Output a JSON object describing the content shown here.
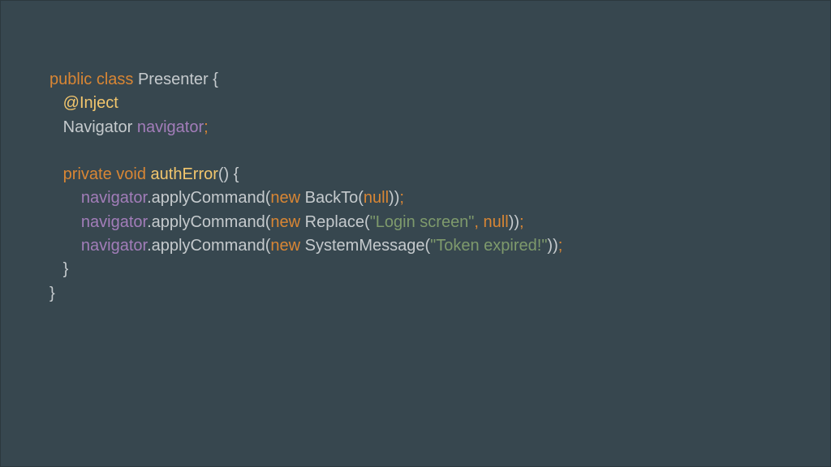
{
  "colors": {
    "background": "#37474f",
    "keyword": "#d98634",
    "function": "#f2c66d",
    "variable": "#a27db9",
    "string": "#7e9a6c",
    "plain": "#c5cacd"
  },
  "code": {
    "lines": [
      [
        {
          "t": "public class",
          "c": "kw"
        },
        {
          "t": " Presenter {",
          "c": "plain"
        }
      ],
      [
        {
          "t": "   ",
          "c": "plain"
        },
        {
          "t": "@Inject",
          "c": "fn"
        }
      ],
      [
        {
          "t": "   Navigator ",
          "c": "plain"
        },
        {
          "t": "navigator",
          "c": "var"
        },
        {
          "t": ";",
          "c": "punc"
        }
      ],
      [],
      [
        {
          "t": "   ",
          "c": "plain"
        },
        {
          "t": "private void",
          "c": "kw"
        },
        {
          "t": " ",
          "c": "plain"
        },
        {
          "t": "authError",
          "c": "fn"
        },
        {
          "t": "() {",
          "c": "plain"
        }
      ],
      [
        {
          "t": "       ",
          "c": "plain"
        },
        {
          "t": "navigator",
          "c": "var"
        },
        {
          "t": ".applyCommand(",
          "c": "plain"
        },
        {
          "t": "new",
          "c": "kw"
        },
        {
          "t": " BackTo(",
          "c": "plain"
        },
        {
          "t": "null",
          "c": "kw"
        },
        {
          "t": "))",
          "c": "plain"
        },
        {
          "t": ";",
          "c": "punc"
        }
      ],
      [
        {
          "t": "       ",
          "c": "plain"
        },
        {
          "t": "navigator",
          "c": "var"
        },
        {
          "t": ".applyCommand(",
          "c": "plain"
        },
        {
          "t": "new",
          "c": "kw"
        },
        {
          "t": " Replace(",
          "c": "plain"
        },
        {
          "t": "\"Login screen\"",
          "c": "str"
        },
        {
          "t": ", ",
          "c": "punc"
        },
        {
          "t": "null",
          "c": "kw"
        },
        {
          "t": "))",
          "c": "plain"
        },
        {
          "t": ";",
          "c": "punc"
        }
      ],
      [
        {
          "t": "       ",
          "c": "plain"
        },
        {
          "t": "navigator",
          "c": "var"
        },
        {
          "t": ".applyCommand(",
          "c": "plain"
        },
        {
          "t": "new",
          "c": "kw"
        },
        {
          "t": " SystemMessage(",
          "c": "plain"
        },
        {
          "t": "\"Token expired!\"",
          "c": "str"
        },
        {
          "t": "))",
          "c": "plain"
        },
        {
          "t": ";",
          "c": "punc"
        }
      ],
      [
        {
          "t": "   }",
          "c": "plain"
        }
      ],
      [
        {
          "t": "}",
          "c": "plain"
        }
      ]
    ]
  }
}
